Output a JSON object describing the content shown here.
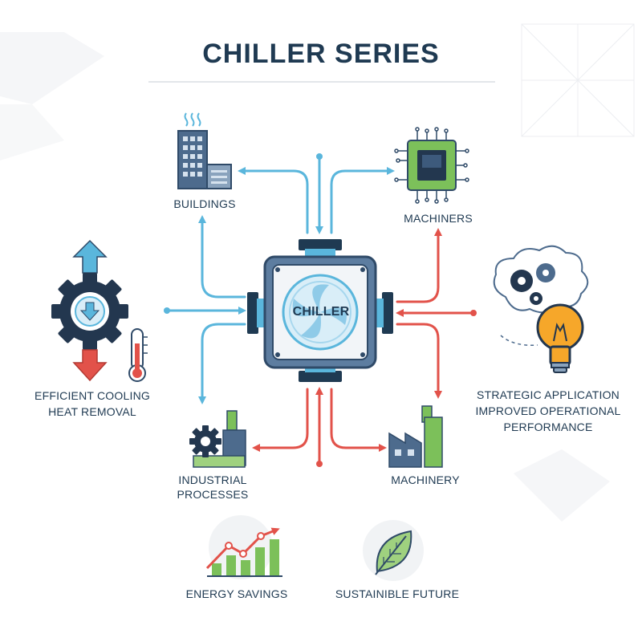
{
  "title": "CHILLER SERIES",
  "center_label": "CHILLER",
  "nodes": {
    "buildings": "BUILDINGS",
    "machiners": "MACHINERS",
    "industrial_line1": "INDUSTRIAL",
    "industrial_line2": "PROCESSES",
    "machinery": "MACHINERY",
    "cooling_line1": "EFFICIENT COOLING",
    "cooling_line2": "HEAT REMOVAL",
    "strategic_line1": "STRATEGIC APPLICATION",
    "strategic_line2": "IMPROVED OPERATIONAL",
    "strategic_line3": "PERFORMANCE",
    "energy": "ENERGY SAVINGS",
    "sustainable": "SUSTAINIBLE FUTURE"
  },
  "colors": {
    "navy": "#1f3a52",
    "blue_arrow": "#5ab6dc",
    "red_arrow": "#e2524a",
    "green": "#7cc05a",
    "orange": "#f6a72a",
    "slate": "#4d6b8d",
    "gear": "#23374f"
  },
  "icons": [
    "building-icon",
    "circuit-chip-icon",
    "gear-cooling-icon",
    "thermometer-icon",
    "brain-gears-icon",
    "lightbulb-icon",
    "factory-gear-icon",
    "factory-icon",
    "growth-chart-icon",
    "leaf-icon",
    "chiller-fan-icon"
  ]
}
